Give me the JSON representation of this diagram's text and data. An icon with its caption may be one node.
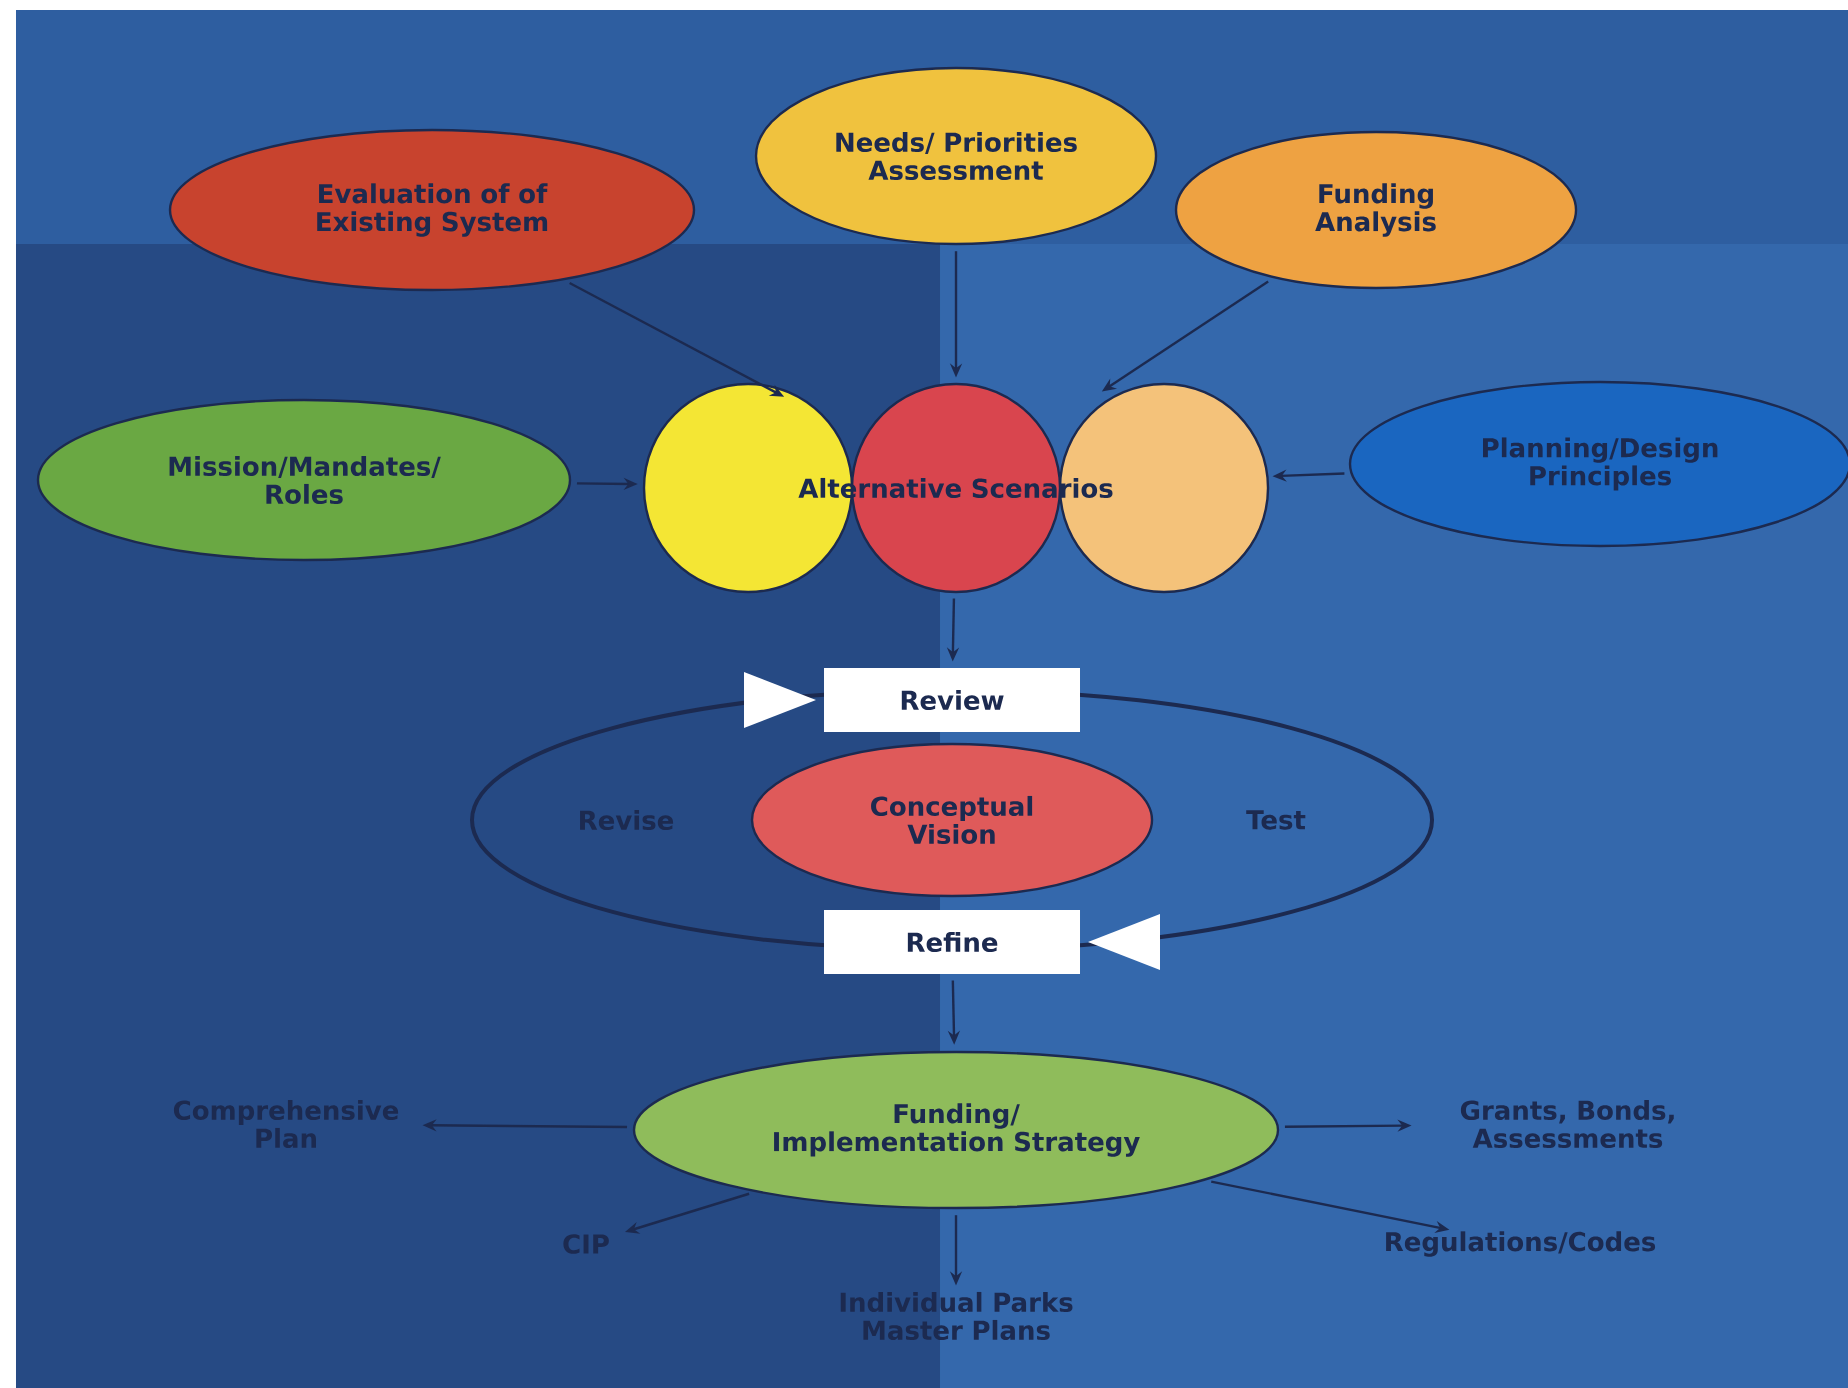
{
  "diagram": {
    "nodes": [
      {
        "text": [
          "Evaluation of of Existing System"
        ]
      },
      {
        "text": [
          "Needs/ Priorities Assessment"
        ]
      },
      {
        "text": [
          "Funding Analysis"
        ]
      },
      {
        "text": [
          "Mission/Mandates/ Roles"
        ]
      },
      {
        "text": [
          "Alternative Scenarios"
        ]
      },
      {
        "text": [
          "Planning/Design Principles"
        ]
      },
      {
        "text": [
          "Revise",
          "Test"
        ]
      },
      {
        "text": [
          "Conceptual Vision"
        ],
        "in": 6
      },
      {
        "text": [
          "Review"
        ]
      },
      {
        "text": [
          "Refine"
        ]
      },
      {
        "text": [
          "Funding/ Implementation Strategy"
        ]
      },
      {
        "text": [
          "Comprehensive Plan"
        ]
      },
      {
        "text": [
          "Grants, Bonds, Assessments"
        ]
      },
      {
        "text": [
          "CIP"
        ]
      },
      {
        "text": [
          "Individual Parks Master Plans"
        ]
      },
      {
        "text": [
          "Regulations/Codes"
        ]
      }
    ],
    "edges": [
      {
        "from": 0,
        "to": 4,
        "arrow": "to"
      },
      {
        "from": 1,
        "to": 4,
        "arrow": "to"
      },
      {
        "from": 2,
        "to": 4,
        "arrow": "to"
      },
      {
        "from": 3,
        "to": 4,
        "arrow": "to"
      },
      {
        "from": 5,
        "to": 4,
        "arrow": "to"
      },
      {
        "from": 4,
        "to": 8,
        "arrow": "to"
      },
      {
        "from": 9,
        "to": 10,
        "arrow": "to"
      },
      {
        "from": 10,
        "to": 11,
        "arrow": "to"
      },
      {
        "from": 10,
        "to": 12,
        "arrow": "to"
      },
      {
        "from": 10,
        "to": 13,
        "arrow": "to"
      },
      {
        "from": 10,
        "to": 14,
        "arrow": "to"
      },
      {
        "from": 10,
        "to": 15,
        "arrow": "to"
      }
    ]
  }
}
